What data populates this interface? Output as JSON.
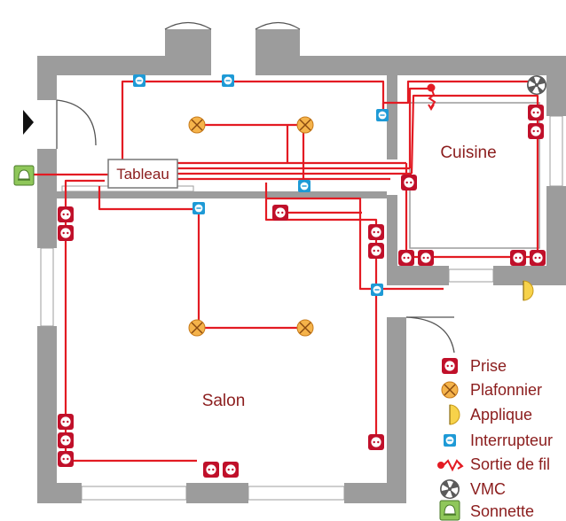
{
  "rooms": {
    "kitchen": "Cuisine",
    "living": "Salon",
    "panel": "Tableau"
  },
  "legend": [
    {
      "icon": "outlet-icon",
      "label": "Prise"
    },
    {
      "icon": "ceiling-light-icon",
      "label": "Plafonnier"
    },
    {
      "icon": "wall-light-icon",
      "label": "Applique"
    },
    {
      "icon": "switch-icon",
      "label": "Interrupteur"
    },
    {
      "icon": "wire-outlet-icon",
      "label": "Sortie de fil"
    },
    {
      "icon": "vmc-fan-icon",
      "label": "VMC"
    },
    {
      "icon": "doorbell-icon",
      "label": "Sonnette"
    }
  ],
  "colors": {
    "wire": "#e31b23",
    "wall": "#9c9c9c",
    "outlet": "#c0102a",
    "ceiling_light": "#f5b34a",
    "switch": "#1e9ad6",
    "doorbell": "#8fc75a",
    "label": "#8b1d1d"
  }
}
